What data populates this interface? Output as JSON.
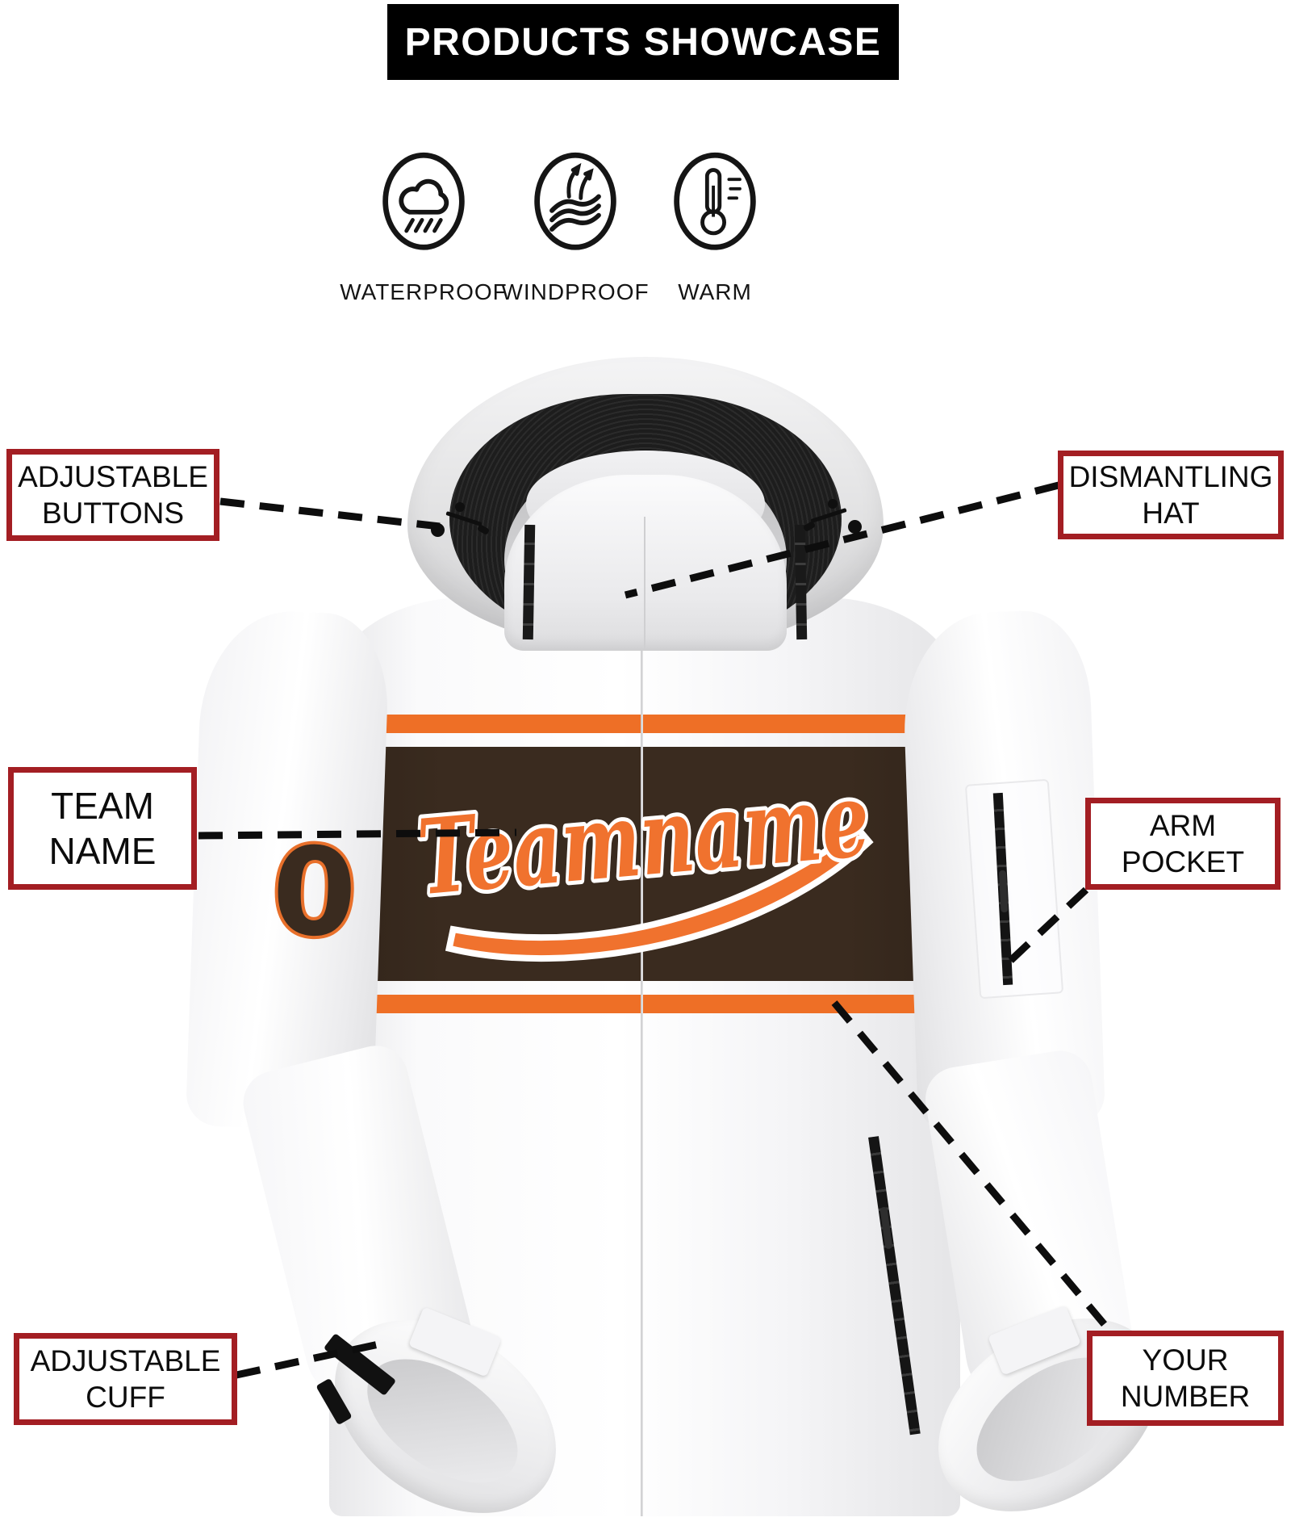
{
  "header": {
    "title": "PRODUCTS SHOWCASE"
  },
  "features": [
    {
      "label": "WATERPROOF",
      "icon": "rain-cloud-icon"
    },
    {
      "label": "WINDPROOF",
      "icon": "wind-layers-icon"
    },
    {
      "label": "WARM",
      "icon": "thermometer-icon"
    }
  ],
  "callouts": {
    "adjustable_buttons": {
      "line1": "ADJUSTABLE",
      "line2": "BUTTONS"
    },
    "dismantling_hat": {
      "line1": "DISMANTLING",
      "line2": "HAT"
    },
    "team_name": {
      "line1": "TEAM",
      "line2": "NAME"
    },
    "arm_pocket": {
      "line1": "ARM",
      "line2": "POCKET"
    },
    "adjustable_cuff": {
      "line1": "ADJUSTABLE",
      "line2": "CUFF"
    },
    "your_number": {
      "line1": "YOUR",
      "line2": "NUMBER"
    }
  },
  "jacket": {
    "team_name": "Teamname",
    "number": "0",
    "colors": {
      "band_brown": "#3A2B1F",
      "stripe_orange": "#EE6F26",
      "script_orange": "#F0722E",
      "script_outline": "#FFFFFF",
      "number_fill": "#3A2B1F",
      "number_outline": "#E8702B",
      "callout_border": "#A31E23",
      "title_bg": "#000000"
    }
  }
}
